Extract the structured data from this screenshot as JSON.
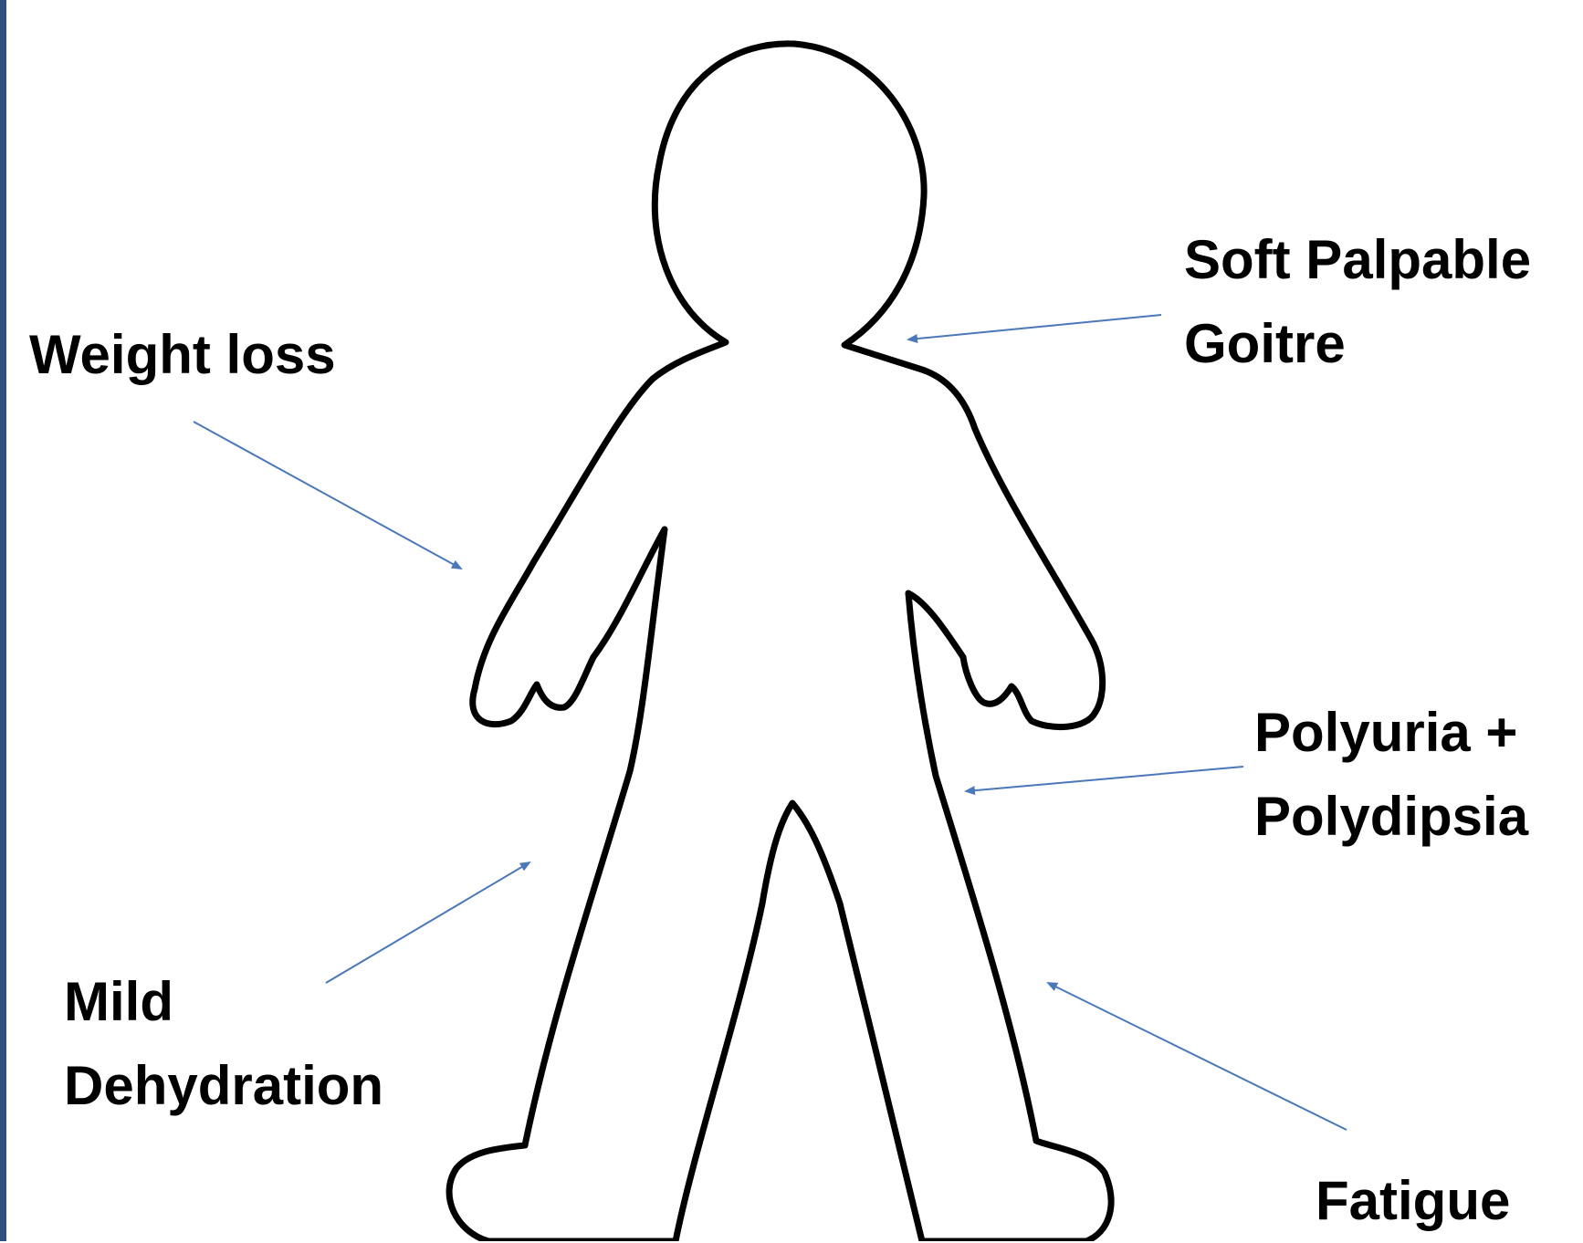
{
  "labels": {
    "weight_loss": [
      "Weight loss"
    ],
    "goitre": [
      "Soft Palpable",
      "Goitre"
    ],
    "polyuria": [
      "Polyuria +",
      "Polydipsia"
    ],
    "dehydration": [
      "Mild",
      "Dehydration"
    ],
    "fatigue": [
      "Fatigue"
    ]
  },
  "colors": {
    "arrow": "#4a78b8",
    "outline": "#000000",
    "border": "#2f4f7f"
  }
}
